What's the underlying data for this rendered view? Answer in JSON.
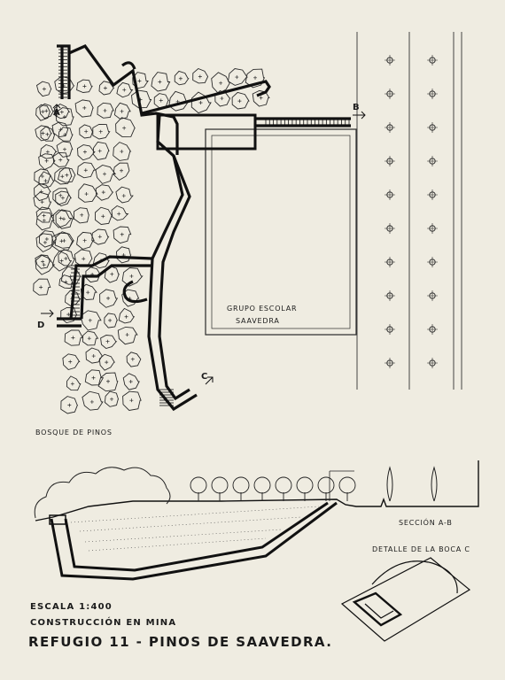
{
  "plan": {
    "markers": {
      "a": "A",
      "b": "B",
      "c": "C",
      "d": "D"
    },
    "school_line1": "GRUPO ESCOLAR",
    "school_line2": "SAAVEDRA",
    "forest": "BOSQUE DE PINOS"
  },
  "section": {
    "label": "SECCIÓN A-B",
    "detail": "DETALLE DE LA BOCA C"
  },
  "titleblock": {
    "scale": "ESCALA 1:400",
    "method": "CONSTRUCCIÓN EN MINA",
    "name": "REFUGIO 11 - PINOS DE SAAVEDRA."
  }
}
